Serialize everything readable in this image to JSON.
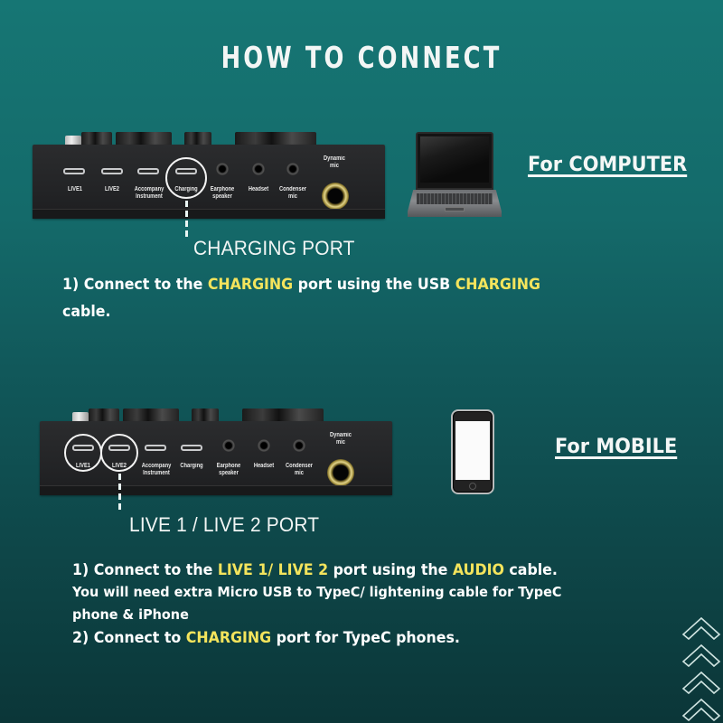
{
  "title": "HOW TO CONNECT",
  "colors": {
    "background_top": "#167674",
    "background_bottom": "#0b3638",
    "highlight": "#f4e45c",
    "text": "#ffffff"
  },
  "computer_section": {
    "heading": "For COMPUTER",
    "device_ports": {
      "live1": "LIVE1",
      "live2": "LIVE2",
      "accompany_1": "Accompany",
      "accompany_2": "Instrument",
      "charging": "Charging",
      "earphone_1": "Earphone",
      "earphone_2": "speaker",
      "headset": "Headset",
      "condenser_1": "Condenser",
      "condenser_2": "mic",
      "dynamic_1": "Dynamic",
      "dynamic_2": "mic"
    },
    "highlighted_port": "Charging",
    "port_caption": "CHARGING PORT",
    "instructions": {
      "step1_part1": "1) Connect to the ",
      "step1_hl1": "CHARGING",
      "step1_part2": " port using the USB ",
      "step1_hl2": "CHARGING",
      "step1_part3": "cable."
    },
    "icon": "laptop-icon"
  },
  "mobile_section": {
    "heading": "For MOBILE",
    "device_ports": {
      "live1": "LIVE1",
      "live2": "LIVE2",
      "accompany_1": "Accompany",
      "accompany_2": "Instrument",
      "charging": "Charging",
      "earphone_1": "Earphone",
      "earphone_2": "speaker",
      "headset": "Headset",
      "condenser_1": "Condenser",
      "condenser_2": "mic",
      "dynamic_1": "Dynamic",
      "dynamic_2": "mic"
    },
    "highlighted_ports": [
      "LIVE1",
      "LIVE2"
    ],
    "port_caption": "LIVE 1 / LIVE 2 PORT",
    "instructions": {
      "step1_part1": "1) Connect to the ",
      "step1_hl1": "LIVE 1/ LIVE 2",
      "step1_part2": " port using the ",
      "step1_hl2": "AUDIO",
      "step1_part3": " cable.",
      "note_line1": "You will need extra Micro USB to TypeC/ lightening cable for TypeC",
      "note_line2": "phone & iPhone",
      "step2_part1": "2) Connect to ",
      "step2_hl": "CHARGING",
      "step2_part2": " port for TypeC phones."
    },
    "icon": "smartphone-icon"
  },
  "decoration": {
    "icon": "chevron-up-stack-icon",
    "count": 4
  }
}
